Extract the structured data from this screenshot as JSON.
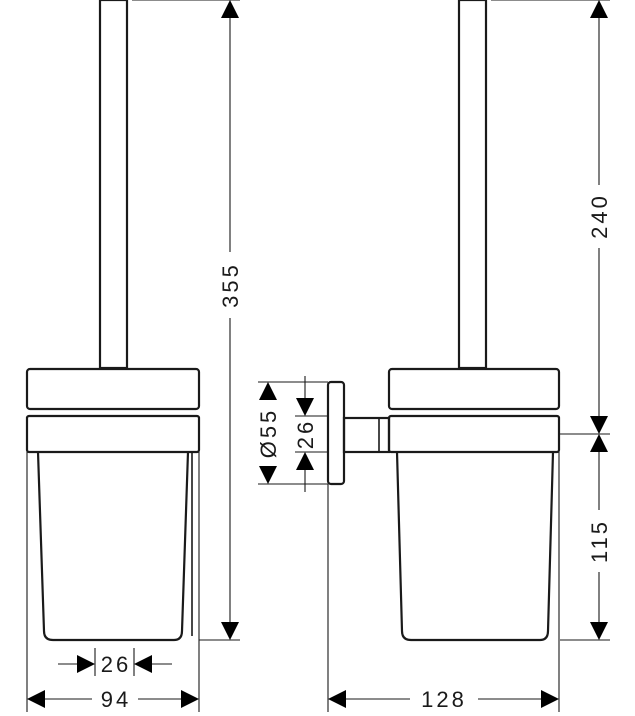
{
  "dimensions": {
    "total_height": "355",
    "brush_height": "240",
    "holder_height": "115",
    "rosette_diameter": "Ø55",
    "rosette_inner": "26",
    "base_inner": "26",
    "base_width": "94",
    "projection": "128"
  }
}
